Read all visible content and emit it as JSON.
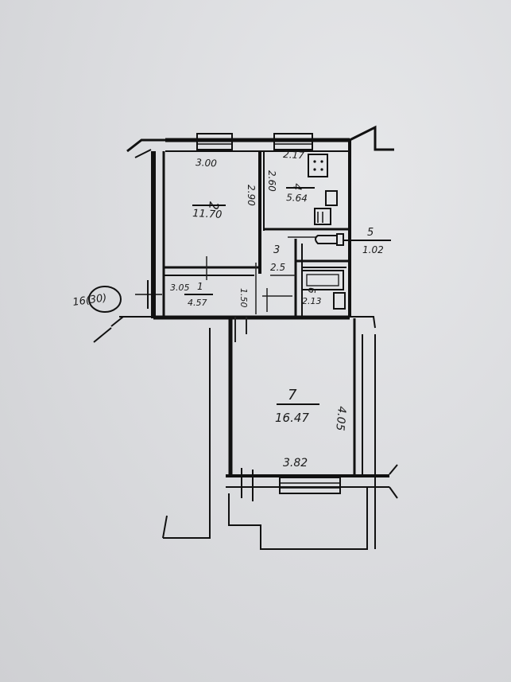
{
  "building_tag": "16(30)",
  "rooms": [
    {
      "number": "1",
      "area": "4.57",
      "width": "3.05",
      "height": "1.50"
    },
    {
      "number": "2",
      "area": "11.70",
      "width": "3.00",
      "height": "2.90"
    },
    {
      "number": "3",
      "width": "2.5"
    },
    {
      "number": "4",
      "area": "5.64",
      "width": "2.17",
      "height": "2.60"
    },
    {
      "number": "5",
      "area": "1.02"
    },
    {
      "number": "6",
      "area": "2.13"
    },
    {
      "number": "7",
      "area": "16.47",
      "width": "3.82",
      "height": "4.05"
    }
  ],
  "colors": {
    "ink": "#111111",
    "paper": "#dcdde0"
  }
}
